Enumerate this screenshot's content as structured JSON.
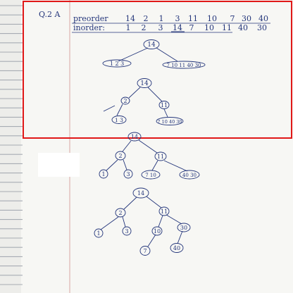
{
  "question_label": "Q.2 A",
  "preorder": {
    "label": "preorder",
    "values": [
      "14",
      "2",
      "1",
      "3",
      "11",
      "10",
      "7",
      "30",
      "40"
    ]
  },
  "inorder": {
    "label": "inorder:",
    "values": [
      "1",
      "2",
      "3",
      "14",
      "7",
      "10",
      "11",
      "40",
      "30"
    ]
  },
  "tree_step1": {
    "root": "14",
    "left_group": "1 2 3",
    "right_group": "7 10 11 40 30"
  },
  "tree_step2": {
    "root": "14",
    "left": "2",
    "right": "11",
    "left_group": "1 3",
    "right_group": "7 10 40 30"
  },
  "tree_step3": {
    "root": "14",
    "left": "2",
    "right": "11",
    "ll": "1",
    "lr": "3",
    "rl": "7 10",
    "rr": "40 30"
  },
  "tree_step4": {
    "root": "14",
    "left": "2",
    "right": "11",
    "ll": "1",
    "lr": "3",
    "rl": "10",
    "rr": "30",
    "rll": "7",
    "rrl": "40"
  },
  "colors": {
    "ink": "#23357a",
    "margin_line": "#e3463f",
    "highlight_box": "#e01818",
    "rule_line": "#9aa0a8"
  }
}
